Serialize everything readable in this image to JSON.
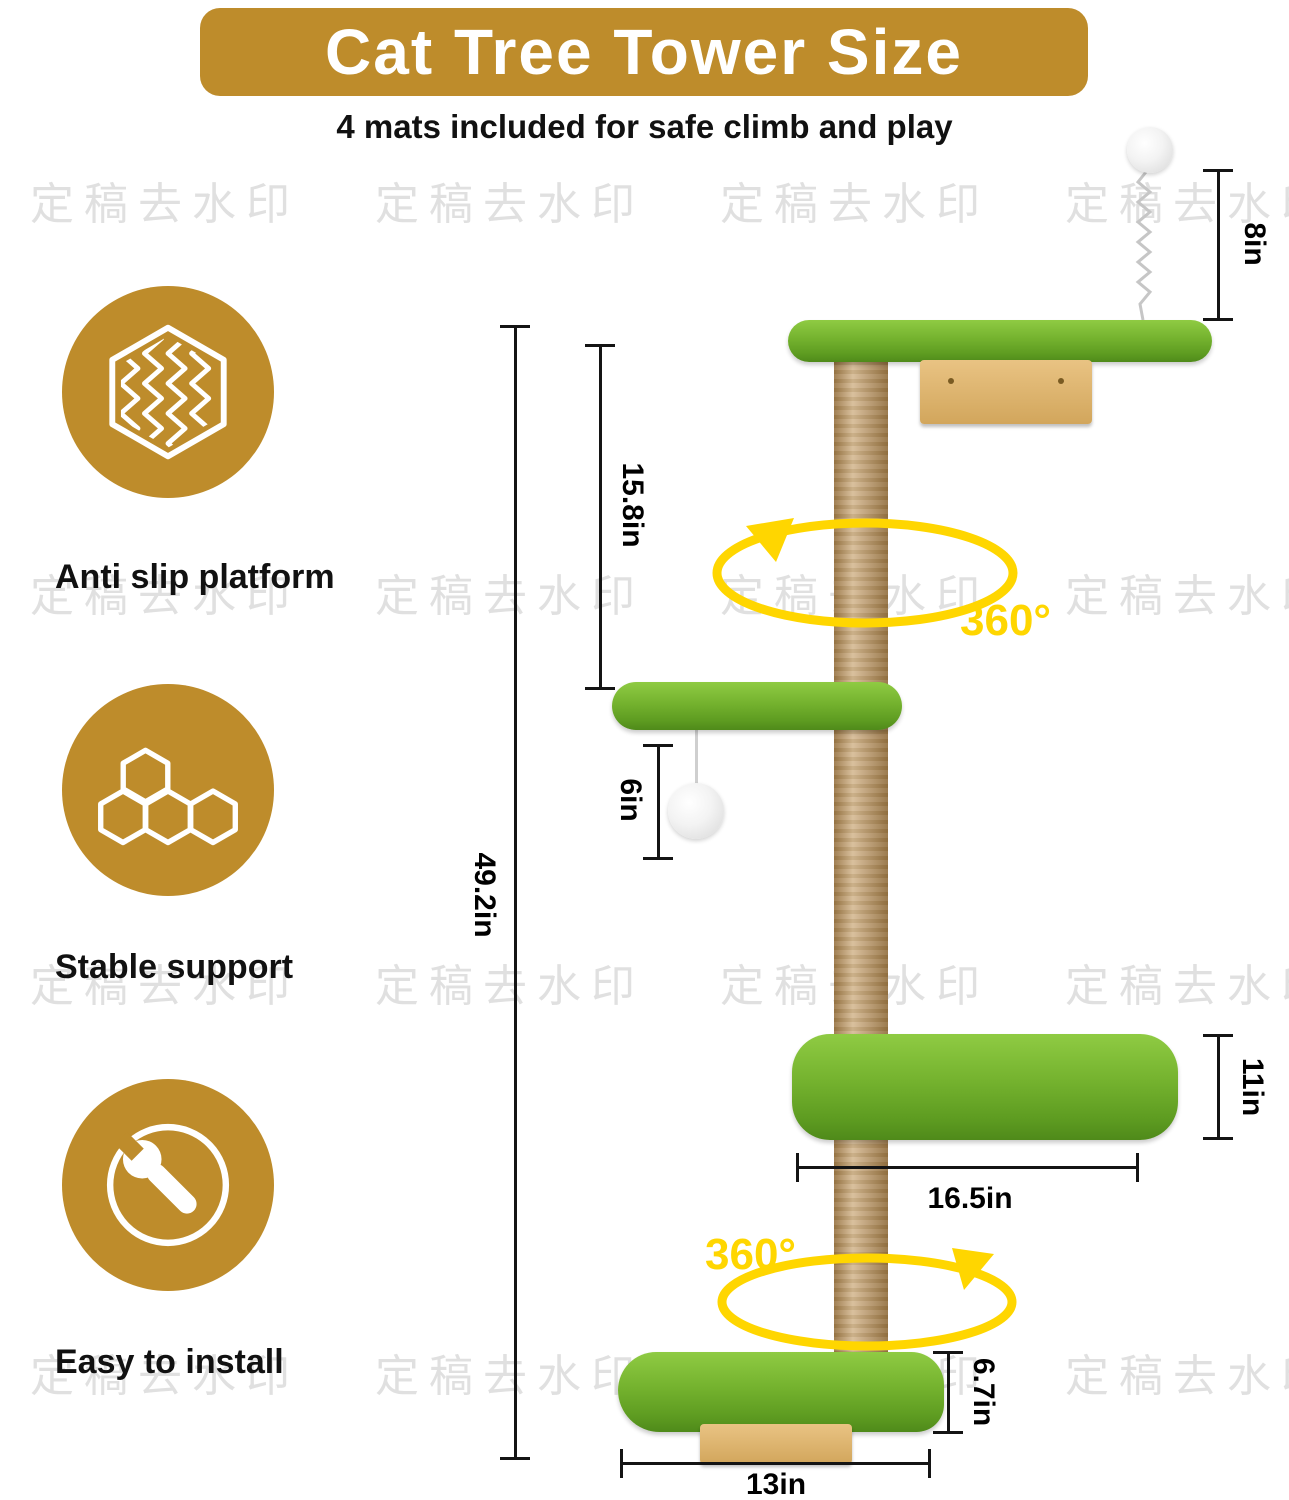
{
  "title": "Cat Tree Tower Size",
  "subtitle": "4 mats included for safe climb and play",
  "watermark": {
    "text": "定稿去水印"
  },
  "features": [
    {
      "label": "Anti slip platform",
      "icon": "anti-slip-hexagon-icon"
    },
    {
      "label": "Stable support",
      "icon": "honeycomb-icon"
    },
    {
      "label": "Easy to install",
      "icon": "wrench-icon"
    }
  ],
  "diagram": {
    "rotation": {
      "top": "360°",
      "bottom": "360°"
    },
    "dimensions": {
      "hanging_ball_top": "8in",
      "top_to_second_platform": "15.8in",
      "total_height": "49.2in",
      "hanging_ball_middle": "6in",
      "large_platform_depth": "11in",
      "large_platform_width": "16.5in",
      "bottom_platform_height": "6.7in",
      "bottom_platform_width": "13in"
    }
  },
  "colors": {
    "gold": "#BE8C2B",
    "green_light": "#8FCB43",
    "green_dark": "#4F8A1A",
    "jute": "#C8A873",
    "wood": "#DDB26C",
    "arrow_yellow": "#FFD600"
  }
}
